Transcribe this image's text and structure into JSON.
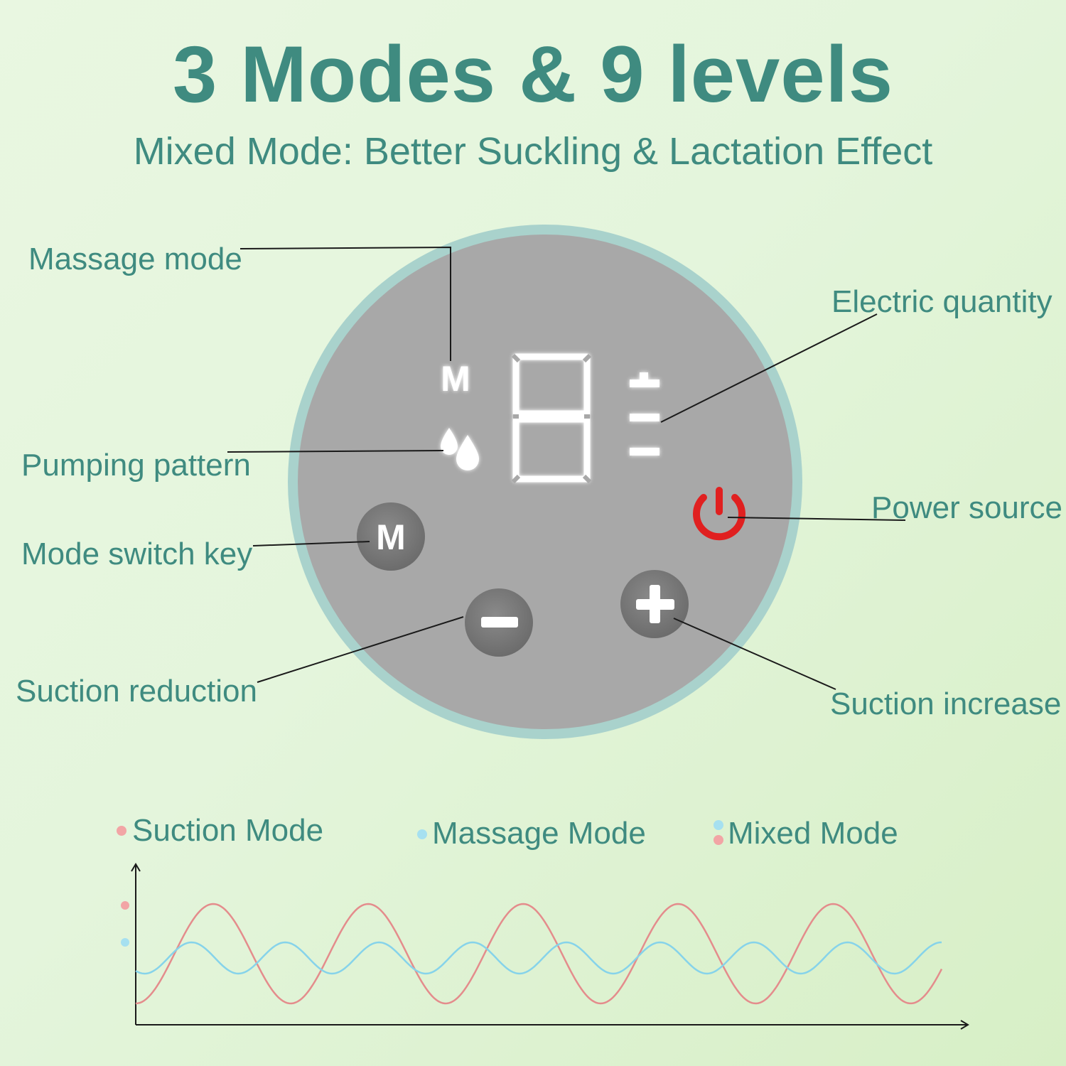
{
  "header": {
    "title": "3 Modes & 9 levels",
    "subtitle": "Mixed Mode: Better Suckling & Lactation Effect"
  },
  "panel": {
    "display_digit": "8",
    "mode_indicator": "M",
    "mode_key": "M",
    "droplet_icon": "droplets-icon",
    "battery_icon": "battery-bars-icon",
    "power_icon": "power-icon",
    "minus_icon": "minus-icon",
    "plus_icon": "plus-icon",
    "colors": {
      "ring": "#a9d2cc",
      "face": "#a8a8a8",
      "button": "#7d7d7d",
      "power": "#e02020",
      "text": "#3f8b80"
    }
  },
  "labels": {
    "massage_mode": "Massage mode",
    "pumping_pattern": "Pumping pattern",
    "mode_switch_key": "Mode switch key",
    "suction_reduction": "Suction reduction",
    "electric_quantity": "Electric quantity",
    "power_source": "Power source",
    "suction_increase": "Suction increase"
  },
  "legend": {
    "suction": "Suction Mode",
    "massage": "Massage Mode",
    "mixed": "Mixed Mode"
  },
  "waves": {
    "suction_color": "#e48c8c",
    "massage_color": "#86d3ea",
    "suction_cycles": 5.2,
    "massage_cycles": 8.6
  }
}
